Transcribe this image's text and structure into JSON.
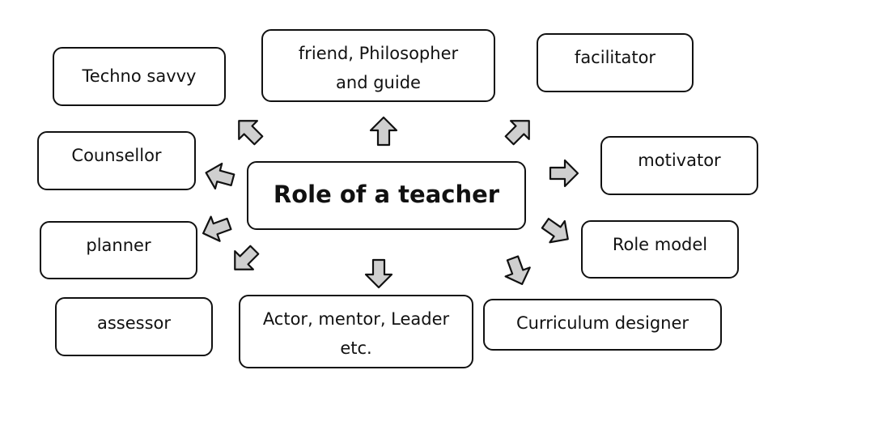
{
  "diagram": {
    "center": "Role of a teacher",
    "roles": {
      "techno_savvy": "Techno savvy",
      "friend_line1": "friend, Philosopher",
      "friend_line2": "and guide",
      "facilitator": "facilitator",
      "counsellor": "Counsellor",
      "motivator": "motivator",
      "planner": "planner",
      "role_model": "Role model",
      "assessor": "assessor",
      "actor_line1": "Actor, mentor, Leader",
      "actor_line2": "etc.",
      "curriculum_designer": "Curriculum designer"
    },
    "colors": {
      "arrow_fill": "#cfcfcf",
      "border": "#111111",
      "background": "#ffffff"
    }
  }
}
